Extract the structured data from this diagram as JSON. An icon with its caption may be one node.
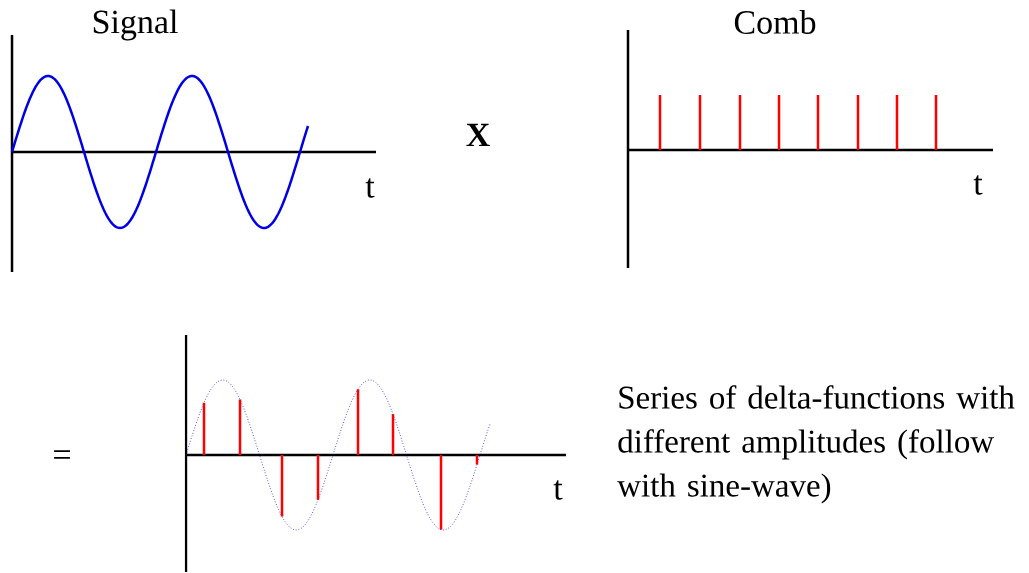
{
  "diagram": {
    "labels": [
      "Signal",
      "Comb",
      "X",
      "t",
      "t",
      "=",
      "Series of delta-functions with different amplitudes (follow with sine-wave)",
      "t"
    ]
  }
}
